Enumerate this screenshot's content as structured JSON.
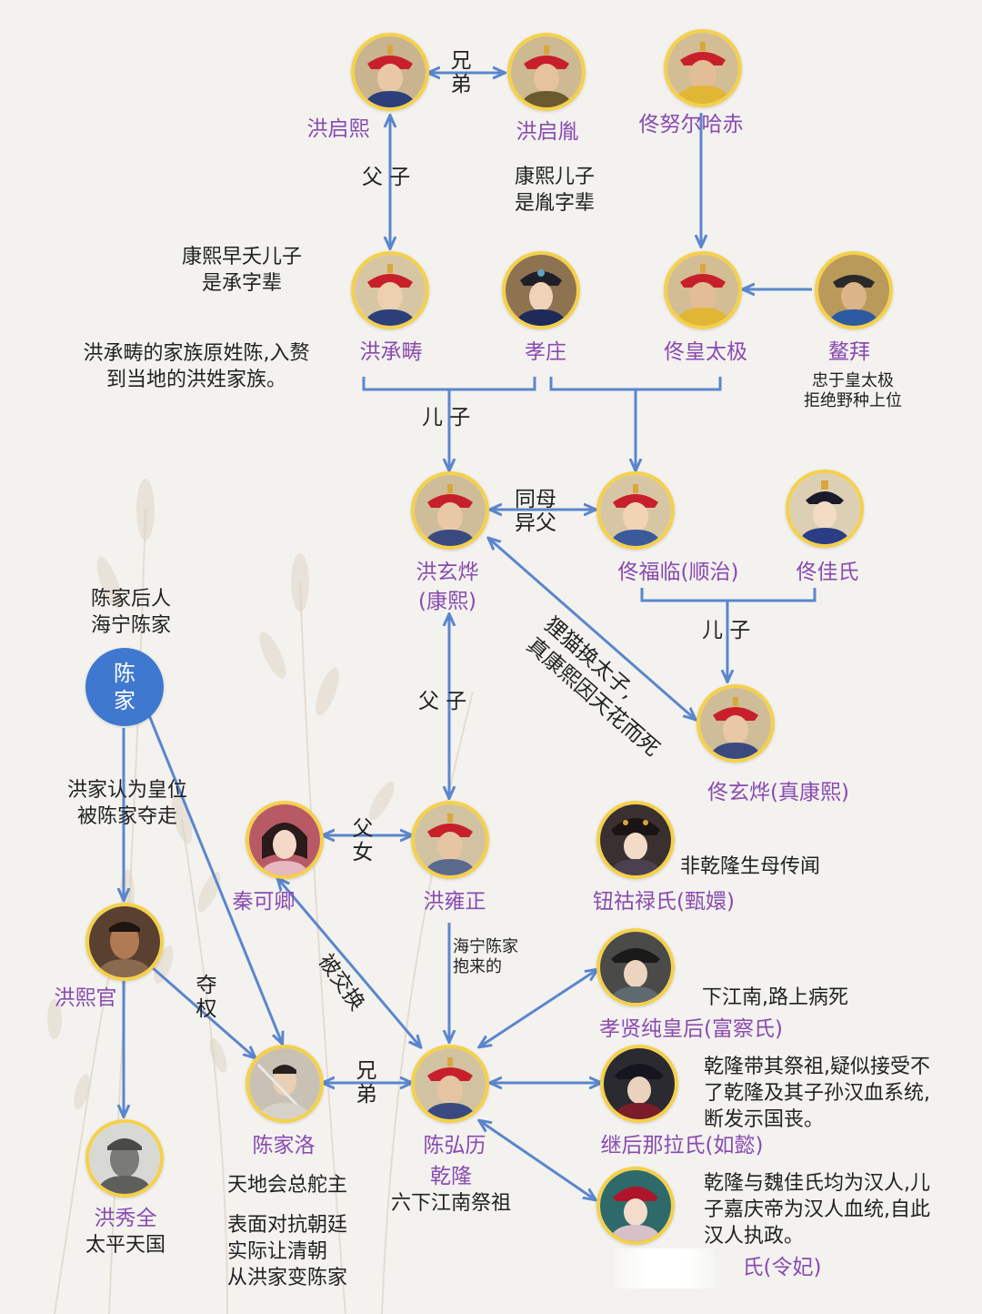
{
  "colors": {
    "edge": "#5b86cc",
    "name_text": "#8a4bb0",
    "node_border": "#f5d04a",
    "chen_circle": "#3f78cf"
  },
  "names": {
    "hong_qixi": "洪启熙",
    "hong_qiyin": "洪启胤",
    "tong_nuerhachi": "佟努尔哈赤",
    "hong_chengchou": "洪承畴",
    "xiaozhuang": "孝庄",
    "tong_huangtaiji": "佟皇太极",
    "aobai": "鳌拜",
    "hong_xuanye": "洪玄烨",
    "hong_xuanye_2": "(康熙)",
    "tong_fulin": "佟福临(顺治)",
    "tong_jiashi": "佟佳氏",
    "tong_xuanye": "佟玄烨(真康熙)",
    "qin_keqing": "秦可卿",
    "hong_yongzheng": "洪雍正",
    "niuhulu": "钮祜禄氏(甄嬛)",
    "hong_xiguan": "洪熙官",
    "xiaoxian": "孝贤纯皇后(富察氏)",
    "chen_jialuo": "陈家洛",
    "chen_hongli": "陈弘历",
    "chen_hongli_2": "乾隆",
    "jihou": "继后那拉氏(如懿)",
    "hong_xiuquan": "洪秀全",
    "lingfei": "氏(令妃)"
  },
  "chen_circle": {
    "line1": "陈",
    "line2": "家"
  },
  "notes": {
    "kangxi_sons": [
      "康熙儿子",
      "是胤字辈"
    ],
    "kangxi_early_sons": [
      "康熙早夭儿子",
      "是承字辈"
    ],
    "hong_chengchou_family": [
      "洪承畴的家族原姓陈,入赘",
      "到当地的洪姓家族。"
    ],
    "aobai_note": [
      "忠于皇太极",
      "拒绝野种上位"
    ],
    "chen_descendants": [
      "陈家后人",
      "海宁陈家"
    ],
    "hong_thinks": [
      "洪家认为皇位",
      "被陈家夺走"
    ],
    "not_mother": "非乾隆生母传闻",
    "haining": [
      "海宁陈家",
      "抱来的"
    ],
    "south_died": "下江南,路上病死",
    "jihou_note": [
      "乾隆带其祭祖,疑似接受不",
      "了乾隆及其子孙汉血系统,",
      "断发示国丧。"
    ],
    "lingfei_note": [
      "乾隆与魏佳氏均为汉人,儿",
      "子嘉庆帝为汉人血统,自此",
      "汉人执政。"
    ],
    "tiandihui": "天地会总舵主",
    "jialuo_note": [
      "表面对抗朝廷",
      "实际让清朝",
      "从洪家变陈家"
    ],
    "liu_xia": "六下江南祭祖",
    "taiping": "太平天国"
  },
  "edge_labels": {
    "brothers_top": [
      "兄",
      "弟"
    ],
    "father_son_1": "父 子",
    "son_1": "儿 子",
    "same_mother": [
      "同母",
      "异父"
    ],
    "son_2": "儿 子",
    "father_son_2": "父 子",
    "swap": [
      "狸猫换太子,",
      "真康熙因天花而死"
    ],
    "father_daughter": [
      "父",
      "女"
    ],
    "exchanged": "被交换",
    "seize": [
      "夺",
      "权"
    ],
    "brothers_bottom": [
      "兄",
      "弟"
    ]
  }
}
